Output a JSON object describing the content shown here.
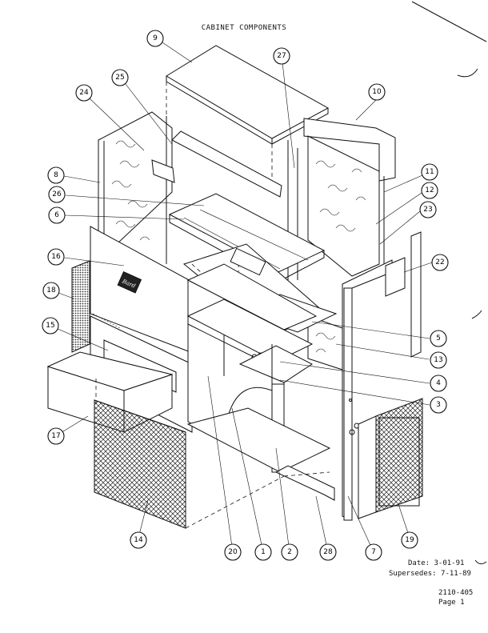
{
  "title": "CABINET COMPONENTS",
  "brand_label": "Bard",
  "footer": {
    "date": "Date:  3-01-91",
    "supersedes": "Supersedes:  7-11-89",
    "doc_number": "2110-405",
    "page": "Page 1"
  },
  "callouts": [
    "9",
    "27",
    "10",
    "25",
    "24",
    "11",
    "8",
    "26",
    "12",
    "6",
    "23",
    "22",
    "16",
    "18",
    "5",
    "15",
    "13",
    "4",
    "3",
    "17",
    "14",
    "20",
    "1",
    "2",
    "28",
    "7",
    "19"
  ]
}
